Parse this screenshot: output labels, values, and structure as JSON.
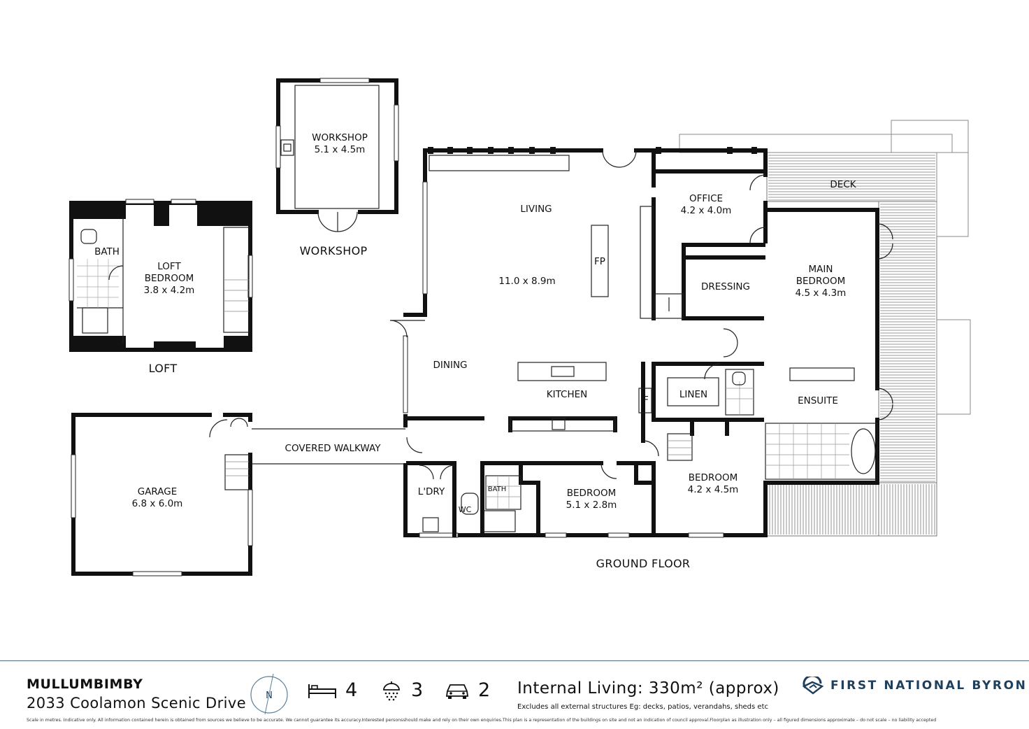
{
  "plan": {
    "rooms": {
      "workshop": "WORKSHOP",
      "workshop_dim": "5.1 x 4.5m",
      "loft_bedroom_1": "LOFT",
      "loft_bedroom_2": "BEDROOM",
      "loft_bedroom_dim": "3.8 x 4.2m",
      "bath": "BATH",
      "garage": "GARAGE",
      "garage_dim": "6.8 x 6.0m",
      "covered_walkway": "COVERED WALKWAY",
      "living": "LIVING",
      "living_dim": "11.0 x 8.9m",
      "fp": "FP",
      "dining": "DINING",
      "kitchen": "KITCHEN",
      "fridge": "F",
      "office": "OFFICE",
      "office_dim": "4.2 x 4.0m",
      "dressing": "DRESSING",
      "deck": "DECK",
      "main_bedroom_1": "MAIN",
      "main_bedroom_2": "BEDROOM",
      "main_bedroom_dim": "4.5 x 4.3m",
      "ensuite": "ENSUITE",
      "linen": "LINEN",
      "laundry": "L'DRY",
      "wc": "WC",
      "bath2": "BATH",
      "bedroom2": "BEDROOM",
      "bedroom2_dim": "5.1 x 2.8m",
      "bedroom3": "BEDROOM",
      "bedroom3_dim": "4.2 x 4.5m"
    },
    "floors": {
      "workshop": "WORKSHOP",
      "loft": "LOFT",
      "ground": "GROUND FLOOR"
    }
  },
  "footer": {
    "suburb": "MULLUMBIMBY",
    "address": "2033 Coolamon Scenic Drive",
    "compass_letter": "N",
    "bedrooms": "4",
    "bathrooms": "3",
    "cars": "2",
    "internal_living": "Internal Living: 330m² (approx)",
    "excludes": "Excludes all external structures Eg: decks, patios, verandahs, sheds etc",
    "brand": "FIRST NATIONAL BYRON",
    "disclaimer": "Scale in metres. Indicative only. All information contained herein is obtained from sources we believe to be accurate. We cannot guarantee its accuracy.Interested personsshould make and rely on their own enquiries.This plan is a representation of the buildings on site and not an indication of council approval.Floorplan as illustration only – all figured dimensions approximate – do not scale – no liability accepted",
    "icons": [
      "bed-icon",
      "shower-icon",
      "car-icon"
    ],
    "brand_color": "#1f3f5b"
  }
}
